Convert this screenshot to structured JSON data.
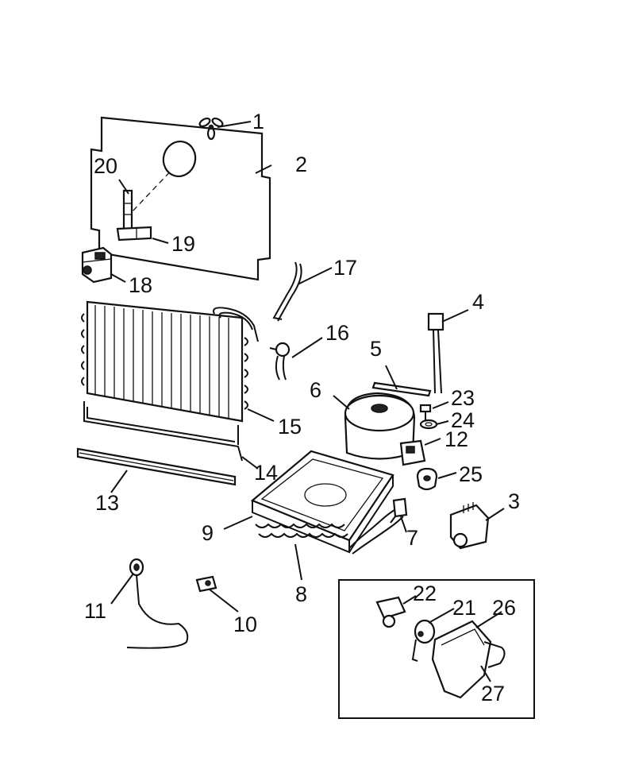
{
  "parts": [
    {
      "id": "part-1",
      "label": "1"
    },
    {
      "id": "part-2",
      "label": "2"
    },
    {
      "id": "part-3",
      "label": "3"
    },
    {
      "id": "part-4",
      "label": "4"
    },
    {
      "id": "part-5",
      "label": "5"
    },
    {
      "id": "part-6",
      "label": "6"
    },
    {
      "id": "part-7",
      "label": "7"
    },
    {
      "id": "part-8",
      "label": "8"
    },
    {
      "id": "part-9",
      "label": "9"
    },
    {
      "id": "part-10",
      "label": "10"
    },
    {
      "id": "part-11",
      "label": "11"
    },
    {
      "id": "part-12",
      "label": "12"
    },
    {
      "id": "part-13",
      "label": "13"
    },
    {
      "id": "part-14",
      "label": "14"
    },
    {
      "id": "part-15",
      "label": "15"
    },
    {
      "id": "part-16",
      "label": "16"
    },
    {
      "id": "part-17",
      "label": "17"
    },
    {
      "id": "part-18",
      "label": "18"
    },
    {
      "id": "part-19",
      "label": "19"
    },
    {
      "id": "part-20",
      "label": "20"
    },
    {
      "id": "part-21",
      "label": "21"
    },
    {
      "id": "part-22",
      "label": "22"
    },
    {
      "id": "part-23",
      "label": "23"
    },
    {
      "id": "part-24",
      "label": "24"
    },
    {
      "id": "part-25",
      "label": "25"
    },
    {
      "id": "part-26",
      "label": "26"
    },
    {
      "id": "part-27",
      "label": "27"
    }
  ]
}
